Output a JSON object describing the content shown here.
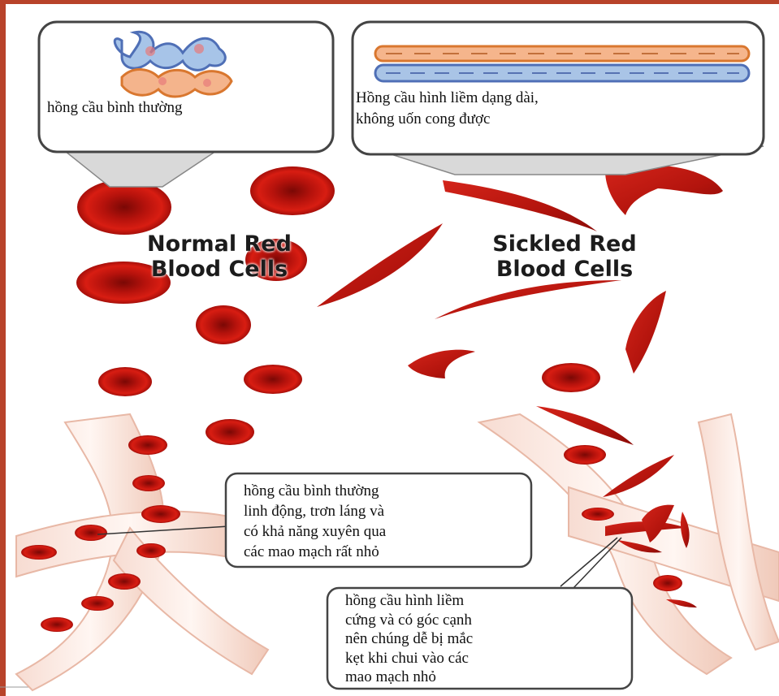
{
  "colors": {
    "frame": "#b8432a",
    "cell": "#c4160f",
    "cell_dark": "#8e0c08",
    "vessel": "#f2cfc2",
    "callout_bg": "#ffffff"
  },
  "callouts": {
    "normal_structure": "hồng cầu bình thường",
    "sickle_structure": "Hồng cầu hình liềm dạng dài,\nkhông uốn cong được",
    "normal_flow": "hồng cầu bình thường\nlinh động, trơn láng và\ncó khả năng xuyên qua\ncác mao mạch rất nhỏ",
    "sickle_stuck": "hồng cầu hình liềm\ncứng và có góc cạnh\nnên chúng dễ bị mắc\nkẹt khi chui vào các\nmao mạch nhỏ"
  },
  "labels": {
    "normal": "Normal Red\nBlood Cells",
    "sickled": "Sickled Red\nBlood Cells"
  }
}
